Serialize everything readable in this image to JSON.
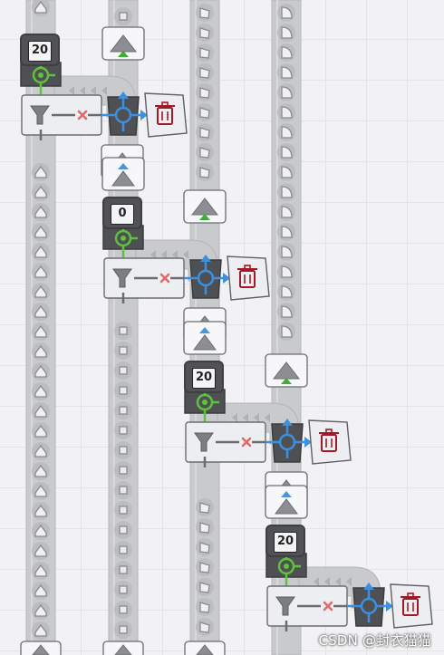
{
  "scene": {
    "counters": [
      {
        "id": "counter-1",
        "value": "20"
      },
      {
        "id": "counter-2",
        "value": "0"
      },
      {
        "id": "counter-3",
        "value": "20"
      },
      {
        "id": "counter-4",
        "value": "20"
      }
    ],
    "watermark": "CSDN @封衣猫猫"
  },
  "colors": {
    "background": "#f2f2f4",
    "conveyor": "#c9cacc",
    "machine_dark": "#505256",
    "filter_panel": "#eceef2",
    "accent_green": "#5ec23a",
    "accent_blue": "#3d8fe0",
    "delete_red": "#a41826",
    "cross_red": "#e06a6a"
  },
  "icons": [
    "conveyor-belt",
    "balancer-icon",
    "filter-icon",
    "trash-icon",
    "arrow-icon",
    "tunnel-icon"
  ]
}
